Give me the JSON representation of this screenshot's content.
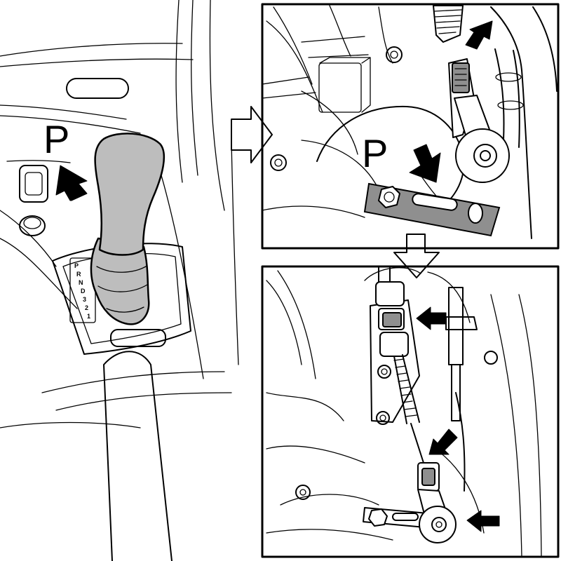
{
  "labels": {
    "left_park_label": "P",
    "top_panel_park_label": "P"
  },
  "selector_gate_letters": [
    "P",
    "R",
    "N",
    "D",
    "3",
    "2",
    "1"
  ],
  "colors": {
    "shift_knob_fill": "#bdbdbd",
    "linework": "#000000",
    "background": "#ffffff"
  },
  "icons": {
    "panel_flow_right": "hollow-right-arrow-icon",
    "panel_flow_down": "hollow-down-arrow-icon",
    "motion_indicators": "solid-black-arrow-icon"
  }
}
